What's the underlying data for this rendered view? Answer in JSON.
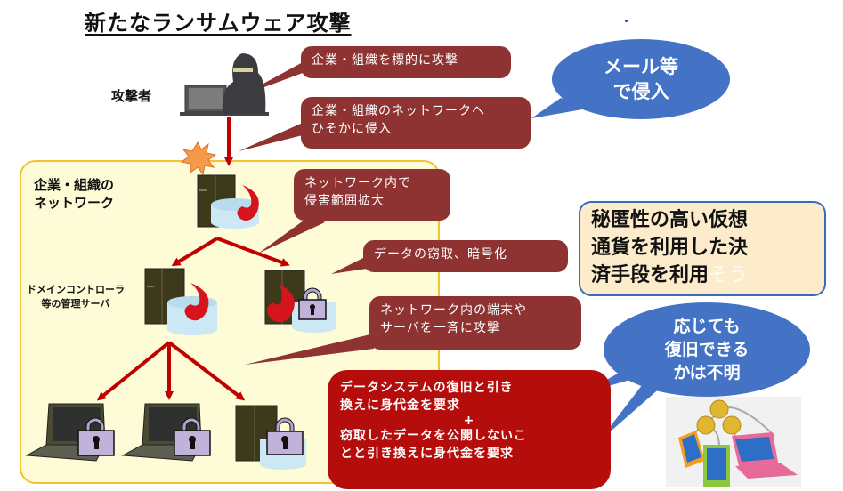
{
  "title": "新たなランサムウェア攻撃",
  "attacker_label": "攻撃者",
  "network_label": [
    "企業・組織の",
    "ネットワーク"
  ],
  "domain_controller_label": [
    "ドメインコントローラ",
    "等の管理サーバ"
  ],
  "callouts": {
    "target": "企業・組織を標的に攻撃",
    "intrude": [
      "企業・組織のネットワークへ",
      "ひそかに侵入"
    ],
    "expand": [
      "ネットワーク内で",
      "侵害範囲拡大"
    ],
    "steal": "データの窃取、暗号化",
    "attack_all": [
      "ネットワーク内の端末や",
      "サーバを一斉に攻撃"
    ],
    "ransom": [
      "データシステムの復旧と引き",
      "換えに身代金を要求",
      "+",
      "窃取したデータを公開しないこ",
      "とと引き換えに身代金を要求"
    ]
  },
  "bubbles": {
    "email": [
      "メール等",
      "で侵入"
    ],
    "recovery": [
      "応じても",
      "復旧できる",
      "かは不明"
    ]
  },
  "crypto_note": {
    "lines": [
      "秘匿性の高い仮想",
      "通貨を利用した決",
      "済手段を利用"
    ],
    "faint_suffix": "そう"
  },
  "icons": [
    "attacker-hacker",
    "burst",
    "server-fire",
    "server-locked",
    "laptop-locked",
    "crypto-payment-illustration"
  ],
  "colors": {
    "callout": "#8f3232",
    "ransom_callout": "#b50c0c",
    "bubble": "#4472c4",
    "zone_fill": "#fefcd6",
    "zone_border": "#f2c230",
    "arrow": "#c00000",
    "note_fill": "#fdeccc"
  }
}
